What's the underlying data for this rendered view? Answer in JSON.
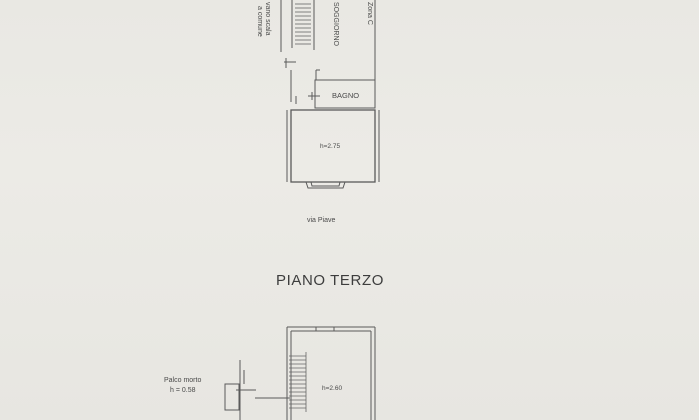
{
  "upper_plan": {
    "rotated_labels": {
      "stair_note_line1": "vano scala",
      "stair_note_line2": "a comune",
      "room_soggiorno": "SOGGIORNO",
      "room_zona": "Zona C"
    },
    "room_bagno": "BAGNO",
    "room_height": "h=2.75",
    "street": "via Piave"
  },
  "section_title": "PIANO TERZO",
  "lower_plan": {
    "palco_label": "Palco morto",
    "palco_height": "h = 0.58",
    "room_height": "h=2.60"
  }
}
